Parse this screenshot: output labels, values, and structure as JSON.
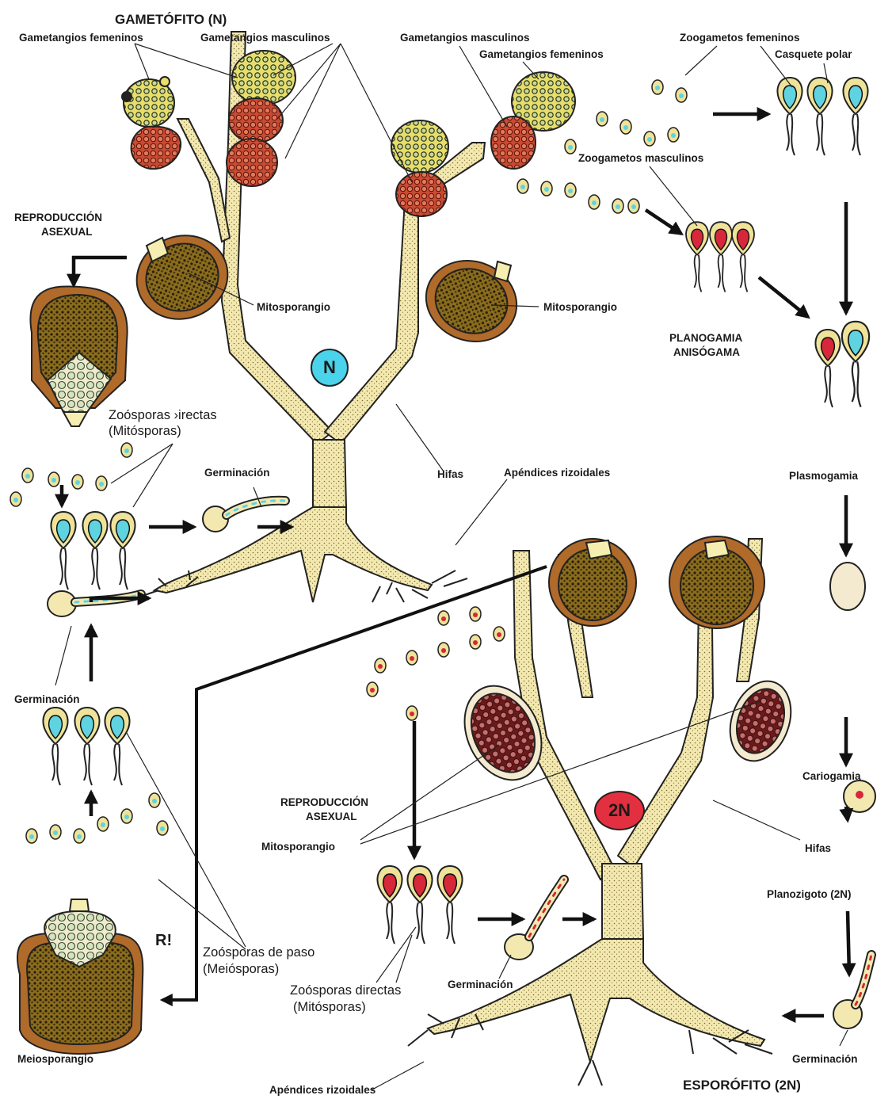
{
  "titles": {
    "gametophyte": "GAMETÓFITO (N)",
    "sporophyte": "ESPORÓFITO (2N)"
  },
  "badges": {
    "haploid": "N",
    "diploid": "2N"
  },
  "labels": {
    "gametangios_femeninos_1": "Gametangios femeninos",
    "gametangios_masculinos_1": "Gametangios masculinos",
    "gametangios_masculinos_2": "Gametangios masculinos",
    "gametangios_femeninos_2": "Gametangios femeninos",
    "zoogametos_femeninos": "Zoogametos femeninos",
    "casquete_polar": "Casquete polar",
    "zoogametos_masculinos": "Zoogametos masculinos",
    "reproduccion_asexual_1_a": "REPRODUCCIÓN",
    "reproduccion_asexual_1_b": "ASEXUAL",
    "mitosporangio_1": "Mitosporangio",
    "mitosporangio_2": "Mitosporangio",
    "planogamia_a": "PLANOGAMIA",
    "planogamia_b": "ANISÓGAMA",
    "zoosporas_directas_1_a": "Zoósporas ›irectas",
    "zoosporas_directas_1_b": "(Mitósporas)",
    "germinacion_1": "Germinación",
    "hifas_1": "Hifas",
    "apendices_rizoidales_1": "Apéndices rizoidales",
    "plasmogamia": "Plasmogamia",
    "germinacion_2": "Germinación",
    "reproduccion_asexual_2_a": "REPRODUCCIÓN",
    "reproduccion_asexual_2_b": "ASEXUAL",
    "mitosporangio_3": "Mitosporangio",
    "cariogamia": "Cariogamia",
    "hifas_2": "Hifas",
    "planozigoto": "Planozigoto (2N)",
    "r_meiosis": "R!",
    "zoosporas_de_paso_a": "Zoósporas de paso",
    "zoosporas_de_paso_b": "(Meiósporas)",
    "zoosporas_directas_2_a": "Zoósporas directas",
    "zoosporas_directas_2_b": "(Mitósporas)",
    "germinacion_3": "Germinación",
    "germinacion_4": "Germinación",
    "meiosporangio": "Meiosporangio",
    "apendices_rizoidales_2": "Apéndices rizoidales"
  },
  "colors": {
    "hypha": "#f3e9b0",
    "hypha_stipple": "#7a6a30",
    "female_gametangium": "#e9e06a",
    "male_gametangium": "#d9533a",
    "sporangium_dark": "#5e4a14",
    "sporangium_wall": "#b06a2a",
    "cyan": "#5fd3e0",
    "red": "#d6283a",
    "badge_n": "#4ad3ea",
    "badge_2n": "#e23040"
  }
}
